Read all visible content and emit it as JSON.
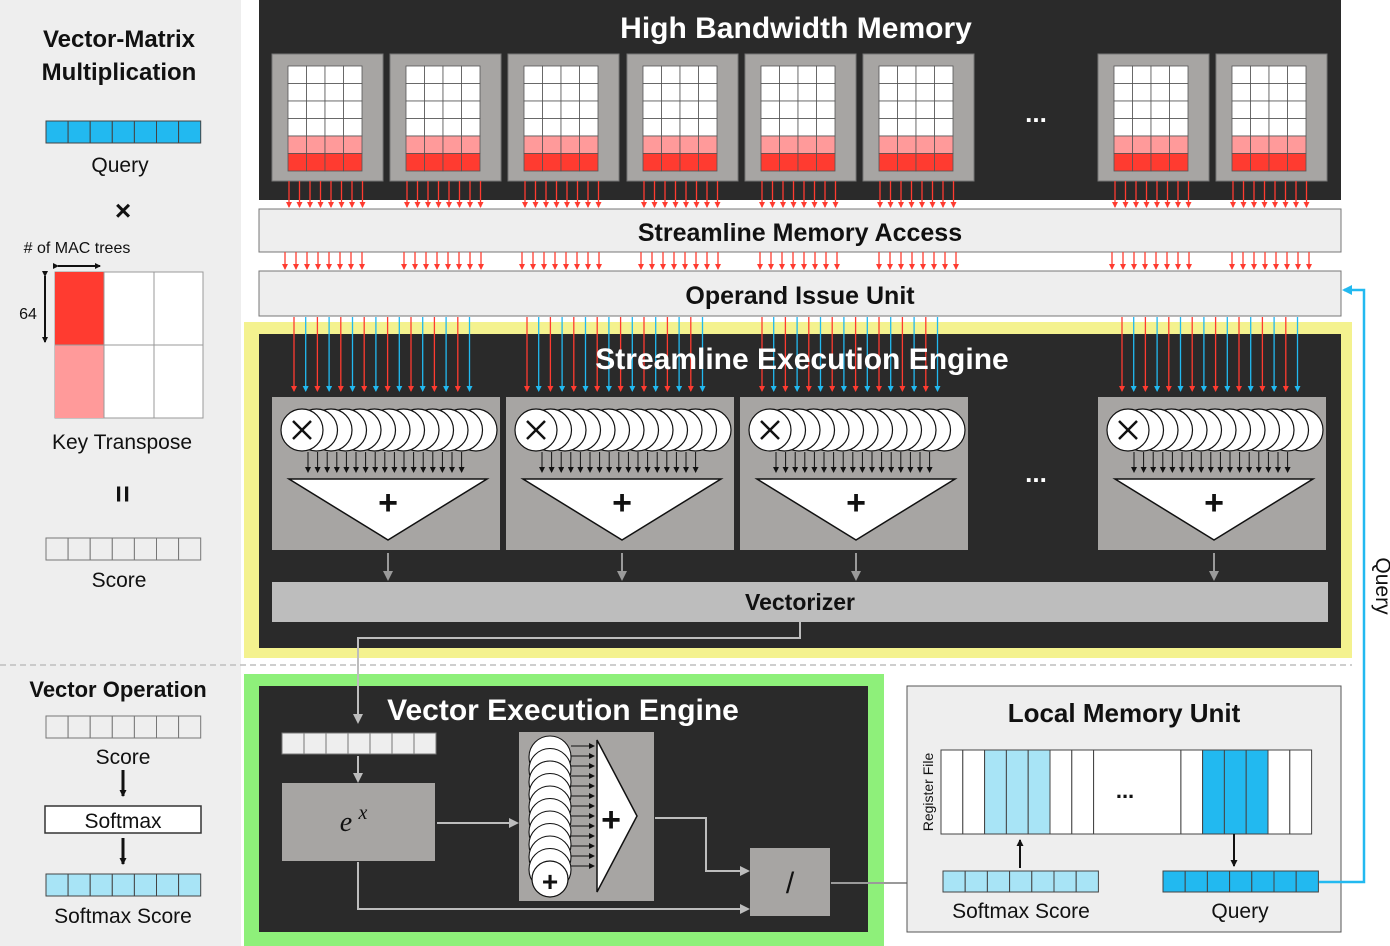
{
  "left_panel": {
    "vm_title": "Vector-Matrix\nMultiplication",
    "query_label": "Query",
    "times_symbol": "×",
    "mac_trees_label": "# of MAC trees",
    "sixtyfour_label": "64",
    "key_transpose_label": "Key Transpose",
    "equals_symbol": "=",
    "score_label": "Score",
    "vo_title": "Vector Operation",
    "vo_score_label": "Score",
    "softmax_label": "Softmax",
    "softmax_score_label": "Softmax Score"
  },
  "hbm": {
    "title": "High Bandwidth Memory",
    "ellipsis": "..."
  },
  "sma": {
    "title": "Streamline Memory Access"
  },
  "oiu": {
    "title": "Operand Issue Unit"
  },
  "see": {
    "title": "Streamline Execution Engine",
    "plus": "+",
    "ellipsis": "...",
    "vectorizer": "Vectorizer"
  },
  "vee": {
    "title": "Vector Execution Engine",
    "exp_base": "e",
    "exp_power": "x",
    "plus_big": "+",
    "plus_small": "+",
    "divide": "/"
  },
  "lmu": {
    "title": "Local Memory Unit",
    "register_file": "Register File",
    "ellipsis": "...",
    "softmax_score_label": "Softmax Score",
    "query_label": "Query"
  },
  "query_feedback_label": "Query",
  "colors": {
    "black_panel": "#2a2a2a",
    "yellow_border": "#f4f28f",
    "green_border": "#8ef07a",
    "red": "#ff3b30",
    "pink": "#ff9a9a",
    "blue": "#22b9f0",
    "light_blue": "#a8e4f6",
    "gray_box": "#a7a5a3",
    "light_panel": "#eeeeee"
  }
}
